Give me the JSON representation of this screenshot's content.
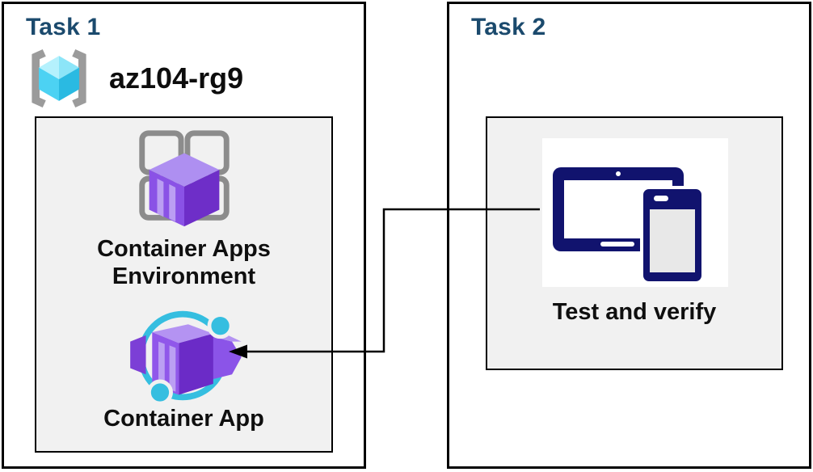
{
  "diagram_type": "azure-lab-task-diagram",
  "colors": {
    "task_title": "#1B4A6D",
    "box_border": "#000000",
    "inner_box_fill": "#F1F1F1",
    "label_text": "#0F0F0F",
    "connector": "#000000",
    "azure_cyan": "#35BEE0",
    "azure_purple": "#8A55E8",
    "devices_navy": "#11136E",
    "bracket_gray": "#9B9B9B"
  },
  "tasks": [
    {
      "title": "Task 1",
      "resource_group": {
        "name": "az104-rg9",
        "icon": "resource-group-icon"
      },
      "nodes": [
        {
          "label": "Container Apps Environment",
          "icon": "container-apps-environment-icon"
        },
        {
          "label": "Container App",
          "icon": "container-app-icon"
        }
      ]
    },
    {
      "title": "Task 2",
      "nodes": [
        {
          "label": "Test and verify",
          "icon": "tablet-and-phone-icon"
        }
      ]
    }
  ],
  "connector": {
    "from": "Test and verify",
    "to": "Container App",
    "type": "elbow",
    "arrowhead": "pointing-left-into-container-app"
  }
}
